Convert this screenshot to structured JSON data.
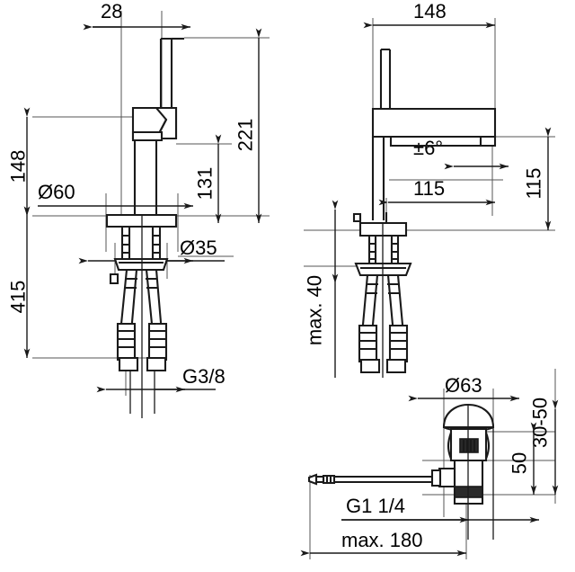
{
  "drawing": {
    "title": "Basin mixer tap technical dimension drawing",
    "units": "mm",
    "line_color": "#1a1a1a",
    "background": "#ffffff",
    "views": [
      {
        "name": "front-elevation",
        "position": "top-left"
      },
      {
        "name": "side-elevation",
        "position": "top-right"
      },
      {
        "name": "pop-up-waste-detail",
        "position": "bottom-right"
      }
    ]
  },
  "dimensions": {
    "front_view": {
      "handle_offset": "28",
      "spout_height": "148",
      "base_diameter": "Ø60",
      "shank_diameter": "Ø35",
      "lever_height": "131",
      "total_height": "221",
      "tail_length": "415",
      "supply_thread": "G3/8"
    },
    "side_view": {
      "spout_reach_total": "148",
      "swivel_angle": "±6°",
      "spout_projection": "115",
      "spout_height_side": "115",
      "max_deck_thickness": "max. 40"
    },
    "waste_detail": {
      "cap_diameter": "Ø63",
      "deck_range": "30-50",
      "body_height": "50",
      "waste_thread": "G1 1/4",
      "max_rod_length": "max. 180"
    }
  }
}
